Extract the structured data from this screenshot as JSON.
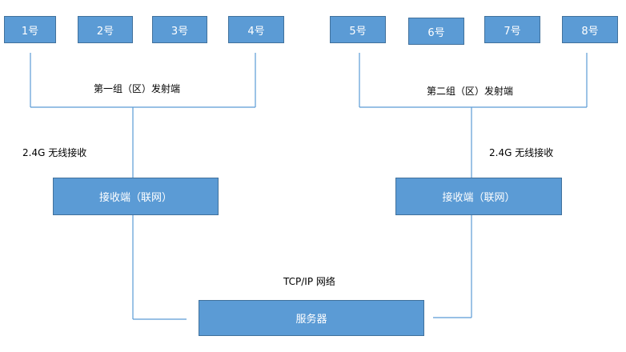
{
  "transmitters": [
    "1号",
    "2号",
    "3号",
    "4号",
    "5号",
    "6号",
    "7号",
    "8号"
  ],
  "groups": {
    "group1_label": "第一组（区）发射端",
    "group2_label": "第二组（区）发射端"
  },
  "wireless_label_left": "2.4G 无线接收",
  "wireless_label_right": "2.4G 无线接收",
  "receivers": {
    "left": "接收端（联网）",
    "right": "接收端（联网）"
  },
  "network_label": "TCP/IP 网络",
  "server": "服务器",
  "colors": {
    "box_fill": "#5b9bd5",
    "box_border": "#41719c",
    "line": "#5b9bd5"
  }
}
